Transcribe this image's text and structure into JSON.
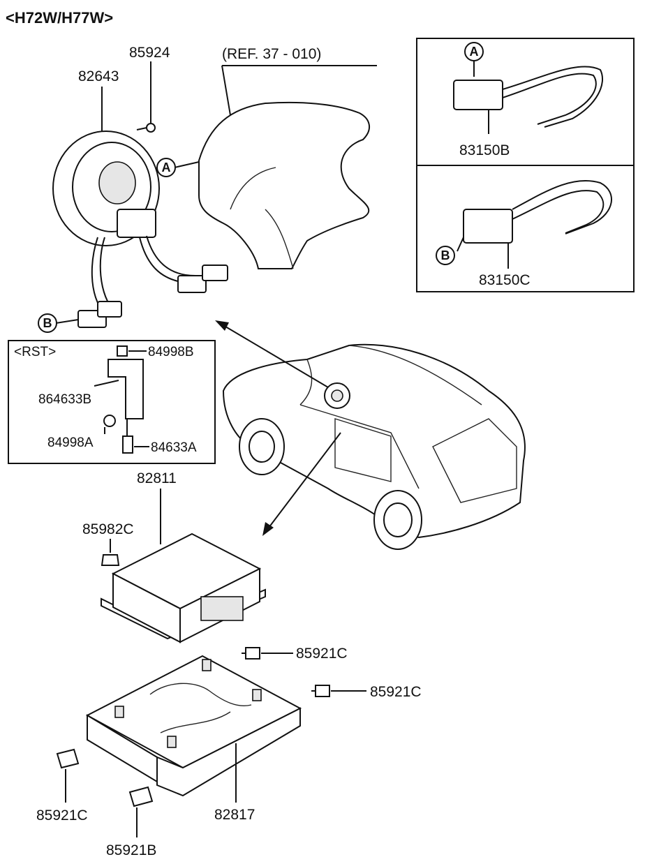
{
  "title": "<H72W/H77W>",
  "reference": "(REF. 37 - 010)",
  "rst_box": {
    "title": "<RST>",
    "parts": [
      "84998B",
      "864633B",
      "84998A",
      "84633A"
    ]
  },
  "detail_boxes": [
    {
      "callout": "A",
      "part": "83150B"
    },
    {
      "callout": "B",
      "part": "83150C"
    }
  ],
  "callouts": {
    "a": "A",
    "b": "B"
  },
  "parts": {
    "clock_spring": "82643",
    "screw_top": "85924",
    "module": "82811",
    "nut": "85982C",
    "bracket": "82817",
    "bolt_right_1": "85921C",
    "bolt_right_2": "85921C",
    "bolt_left": "85921C",
    "bolt_bottom": "85921B"
  }
}
